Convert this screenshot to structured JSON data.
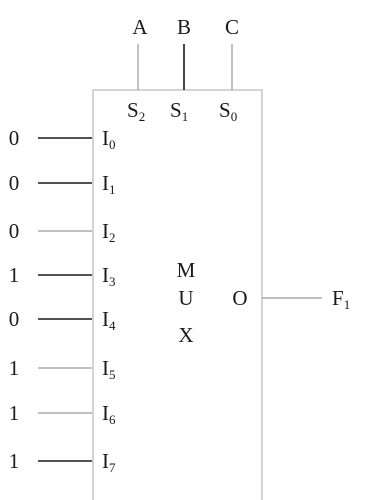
{
  "select_lines": [
    {
      "signal": "A",
      "pin": "S",
      "pin_sub": "2"
    },
    {
      "signal": "B",
      "pin": "S",
      "pin_sub": "1"
    },
    {
      "signal": "C",
      "pin": "S",
      "pin_sub": "0"
    }
  ],
  "inputs": [
    {
      "value": "0",
      "pin": "I",
      "pin_sub": "0"
    },
    {
      "value": "0",
      "pin": "I",
      "pin_sub": "1"
    },
    {
      "value": "0",
      "pin": "I",
      "pin_sub": "2"
    },
    {
      "value": "1",
      "pin": "I",
      "pin_sub": "3"
    },
    {
      "value": "0",
      "pin": "I",
      "pin_sub": "4"
    },
    {
      "value": "1",
      "pin": "I",
      "pin_sub": "5"
    },
    {
      "value": "1",
      "pin": "I",
      "pin_sub": "6"
    },
    {
      "value": "1",
      "pin": "I",
      "pin_sub": "7"
    }
  ],
  "mux_label": [
    "M",
    "U",
    "X"
  ],
  "output": {
    "pin": "O",
    "signal": "F",
    "signal_sub": "1"
  }
}
